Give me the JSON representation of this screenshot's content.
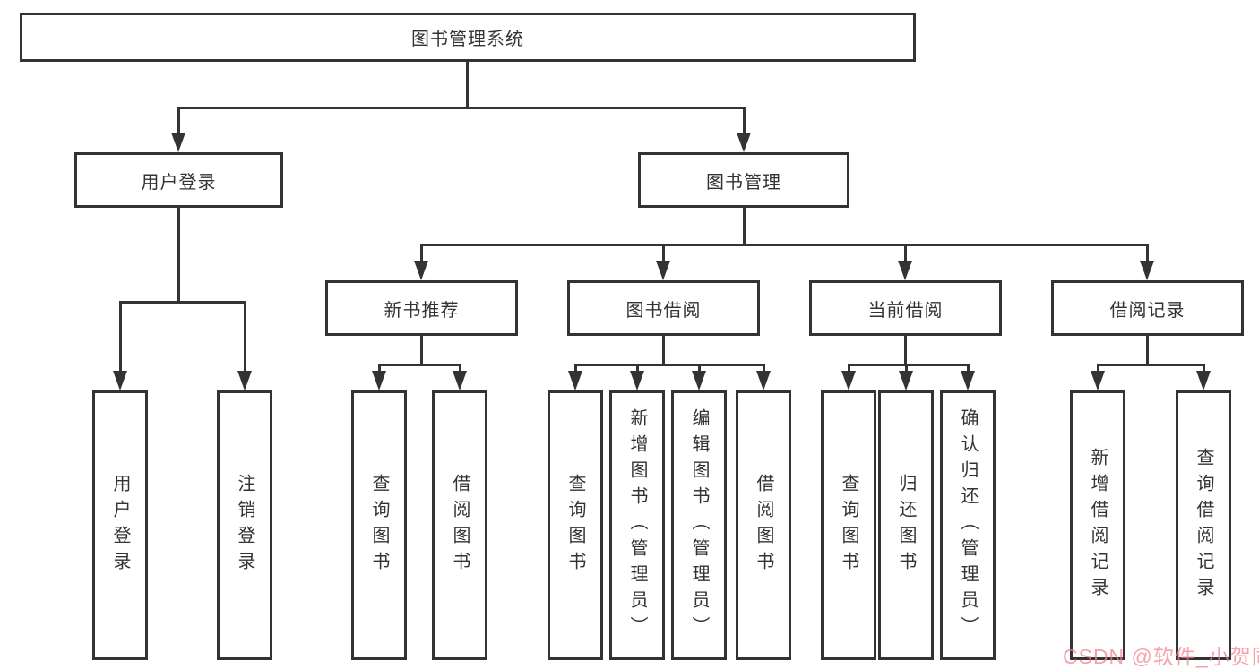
{
  "diagram": {
    "title": "图书管理系统",
    "type": "hierarchy-tree"
  },
  "tree": {
    "root": {
      "label": "图书管理系统",
      "children": [
        {
          "label": "用户登录",
          "children": [
            {
              "label": "用户登录"
            },
            {
              "label": "注销登录"
            }
          ]
        },
        {
          "label": "图书管理",
          "children": [
            {
              "label": "新书推荐",
              "children": [
                {
                  "label": "查询图书"
                },
                {
                  "label": "借阅图书"
                }
              ]
            },
            {
              "label": "图书借阅",
              "children": [
                {
                  "label": "查询图书"
                },
                {
                  "label": "新增图书（管理员）"
                },
                {
                  "label": "编辑图书（管理员）"
                },
                {
                  "label": "借阅图书"
                }
              ]
            },
            {
              "label": "当前借阅",
              "children": [
                {
                  "label": "查询图书"
                },
                {
                  "label": "归还图书"
                },
                {
                  "label": "确认归还（管理员）"
                }
              ]
            },
            {
              "label": "借阅记录",
              "children": [
                {
                  "label": "新增借阅记录"
                },
                {
                  "label": "查询借阅记录"
                }
              ]
            }
          ]
        }
      ]
    }
  },
  "watermark": {
    "text": "CSDN @软件_小贺同学",
    "color": "#f08291"
  },
  "colors": {
    "line": "#333333",
    "text": "#333333",
    "background": "#ffffff"
  }
}
